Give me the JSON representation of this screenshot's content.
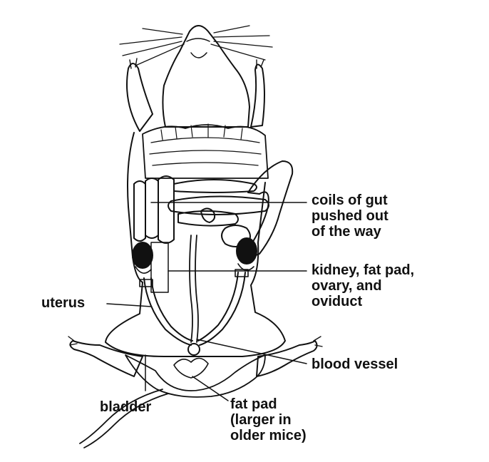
{
  "labels": {
    "coils_of_gut": [
      "coils of gut",
      "pushed out",
      "of the way"
    ],
    "kidney": [
      "kidney, fat pad,",
      "ovary, and",
      "oviduct"
    ],
    "uterus": "uterus",
    "blood_vessel": "blood vessel",
    "bladder": "bladder",
    "fat_pad": [
      "fat pad",
      "(larger in",
      "older mice)"
    ]
  }
}
